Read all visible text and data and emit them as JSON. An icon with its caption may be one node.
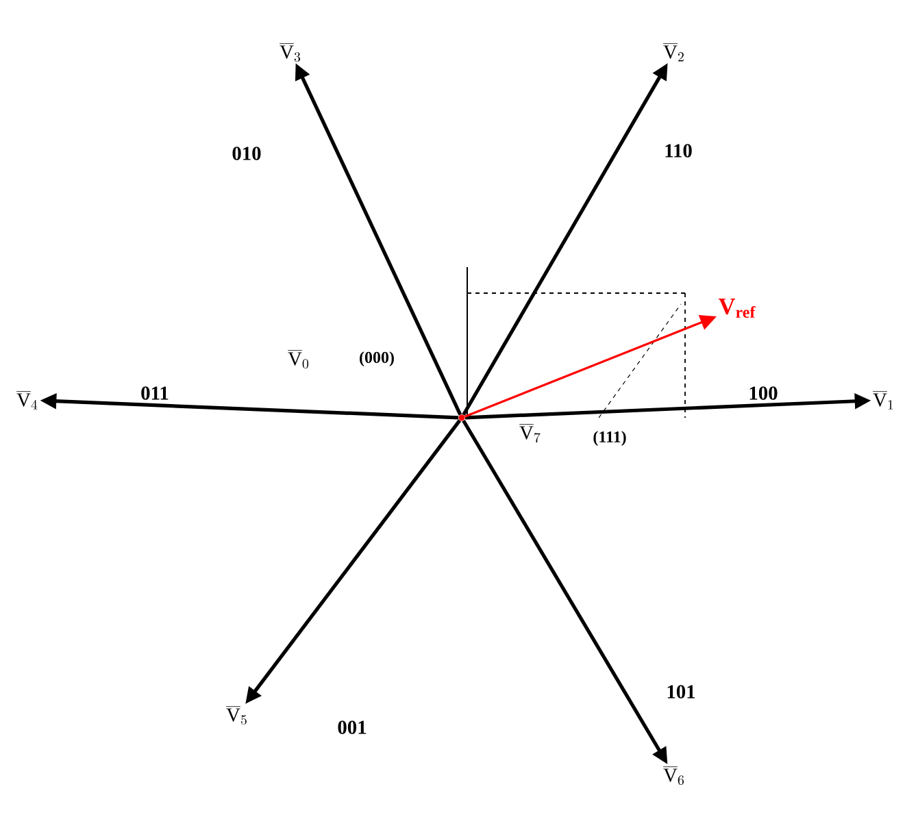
{
  "diagram": {
    "nodes": [
      {
        "text": [
          "\\overline{\\mathrm{V}}_{3}"
        ]
      },
      {
        "text": [
          "\\overline{\\mathrm{V}}_{2}"
        ]
      },
      {
        "text": [
          "V$_{ref}$"
        ]
      },
      {
        "text": [
          "\\overline{\\mathrm{V}}_{4}"
        ]
      },
      {
        "text": [],
        "shape": "circle"
      },
      {
        "text": [
          "\\overline{\\mathrm{V}}_{1}"
        ]
      },
      {
        "text": [
          "\\overline{\\mathrm{V}}_{5}"
        ]
      },
      {
        "text": [
          "\\overline{\\mathrm{V}}_{6}"
        ]
      }
    ],
    "edges": [
      {
        "from": 4,
        "to": 5,
        "arrow": "to"
      },
      {
        "from": 4,
        "to": 1,
        "arrow": "to"
      },
      {
        "from": 4,
        "to": 0,
        "arrow": "to"
      },
      {
        "from": 4,
        "to": 3,
        "arrow": "to"
      },
      {
        "from": 4,
        "to": 6,
        "arrow": "to"
      },
      {
        "from": 4,
        "to": 7,
        "arrow": "to"
      },
      {
        "from": 4,
        "to": 2,
        "arrow": "to",
        "color": "#ff0000"
      }
    ],
    "labels": [
      "010",
      "110",
      "\\overline{\\mathrm{V}}_{0}",
      "(000)",
      "011",
      "100",
      "\\overline{\\mathrm{V}}_{7}",
      "(111)",
      "001",
      "101"
    ]
  }
}
